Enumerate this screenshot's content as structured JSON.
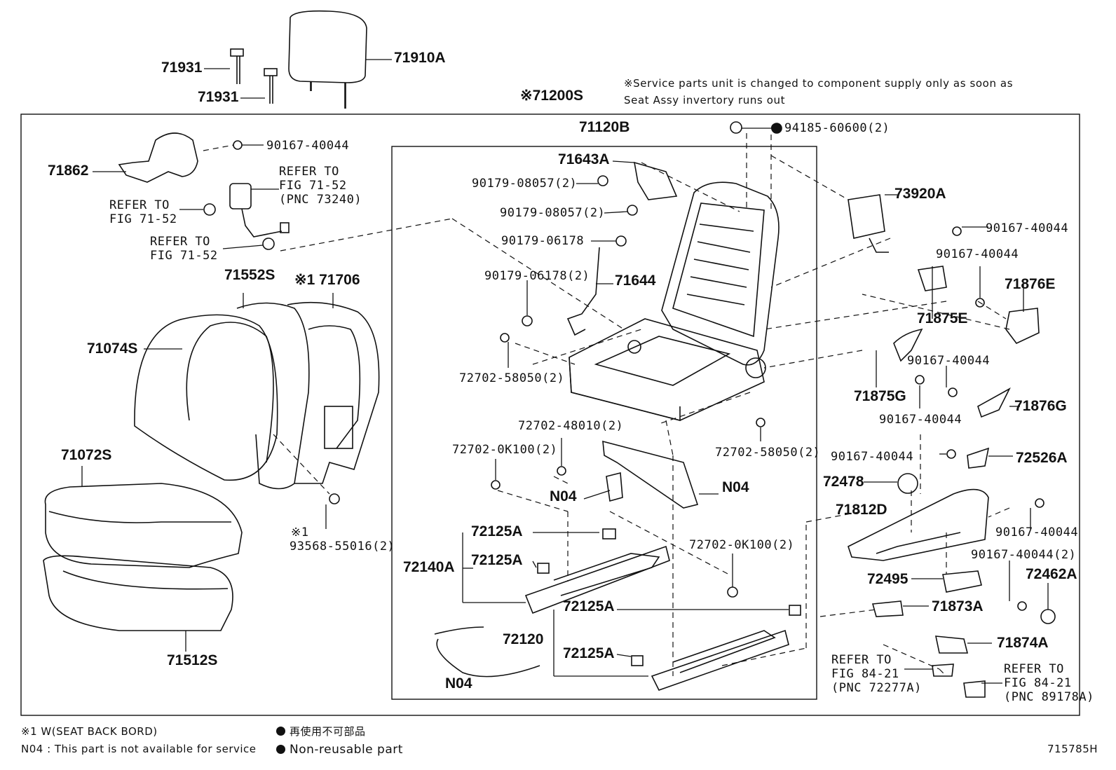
{
  "note": {
    "line1": "※Service parts unit is changed to component supply only as soon as",
    "line2": "Seat Assy invertory runs out"
  },
  "parts": {
    "p71931a": "71931",
    "p71931b": "71931",
    "p71910a": "71910A",
    "p71200s": "※71200S",
    "p71120b": "71120B",
    "p94185": "94185-60600(2)",
    "p71862": "71862",
    "p90167_1": "90167-40044",
    "ref1": [
      "REFER TO",
      "FIG 71-52",
      "(PNC 73240)"
    ],
    "ref2": [
      "REFER TO",
      "FIG 71-52"
    ],
    "ref3": [
      "REFER TO",
      "FIG 71-52"
    ],
    "p71643a": "71643A",
    "p90179_08057a": "90179-08057(2)",
    "p90179_08057b": "90179-08057(2)",
    "p90179_06178": "90179-06178",
    "p90179_06178b": "90179-06178(2)",
    "p71644": "71644",
    "p72702_58050a": "72702-58050(2)",
    "p72702_48010": "72702-48010(2)",
    "p72702_0k100a": "72702-0K100(2)",
    "p72702_58050b": "72702-58050(2)",
    "n04a": "N04",
    "n04b": "N04",
    "n04c": "N04",
    "p72125a_1": "72125A",
    "p72125a_2": "72125A",
    "p72125a_3": "72125A",
    "p72125a_4": "72125A",
    "p72140a": "72140A",
    "p72120": "72120",
    "p72702_0k100b": "72702-0K100(2)",
    "p73920a": "73920A",
    "p90167_2": "90167-40044",
    "p90167_3": "90167-40044",
    "p71876e": "71876E",
    "p71875e": "71875E",
    "p90167_4": "90167-40044",
    "p71875g": "71875G",
    "p90167_5": "90167-40044",
    "p71876g": "71876G",
    "p90167_6": "90167-40044",
    "p72526a": "72526A",
    "p72478": "72478",
    "p71812d": "71812D",
    "p90167_7": "90167-40044",
    "p90167_8": "90167-40044(2)",
    "p72495": "72495",
    "p72462a": "72462A",
    "p71873a": "71873A",
    "p71874a": "71874A",
    "ref4": [
      "REFER TO",
      "FIG 84-21",
      "(PNC 72277A)"
    ],
    "ref5": [
      "REFER TO",
      "FIG 84-21",
      "(PNC 89178A)"
    ],
    "p71552s": "71552S",
    "p71706": "※1 71706",
    "p71074s": "71074S",
    "p71072s": "71072S",
    "p71512s": "71512S",
    "p93568_mark": "※1",
    "p93568": "93568-55016(2)"
  },
  "footer": {
    "note1": "※1 W(SEAT  BACK  BORD)",
    "note2": "N04 : This part is not available for service",
    "legend_jp": "再使用不可部品",
    "legend_en": "Non-reusable part",
    "code": "715785H"
  }
}
